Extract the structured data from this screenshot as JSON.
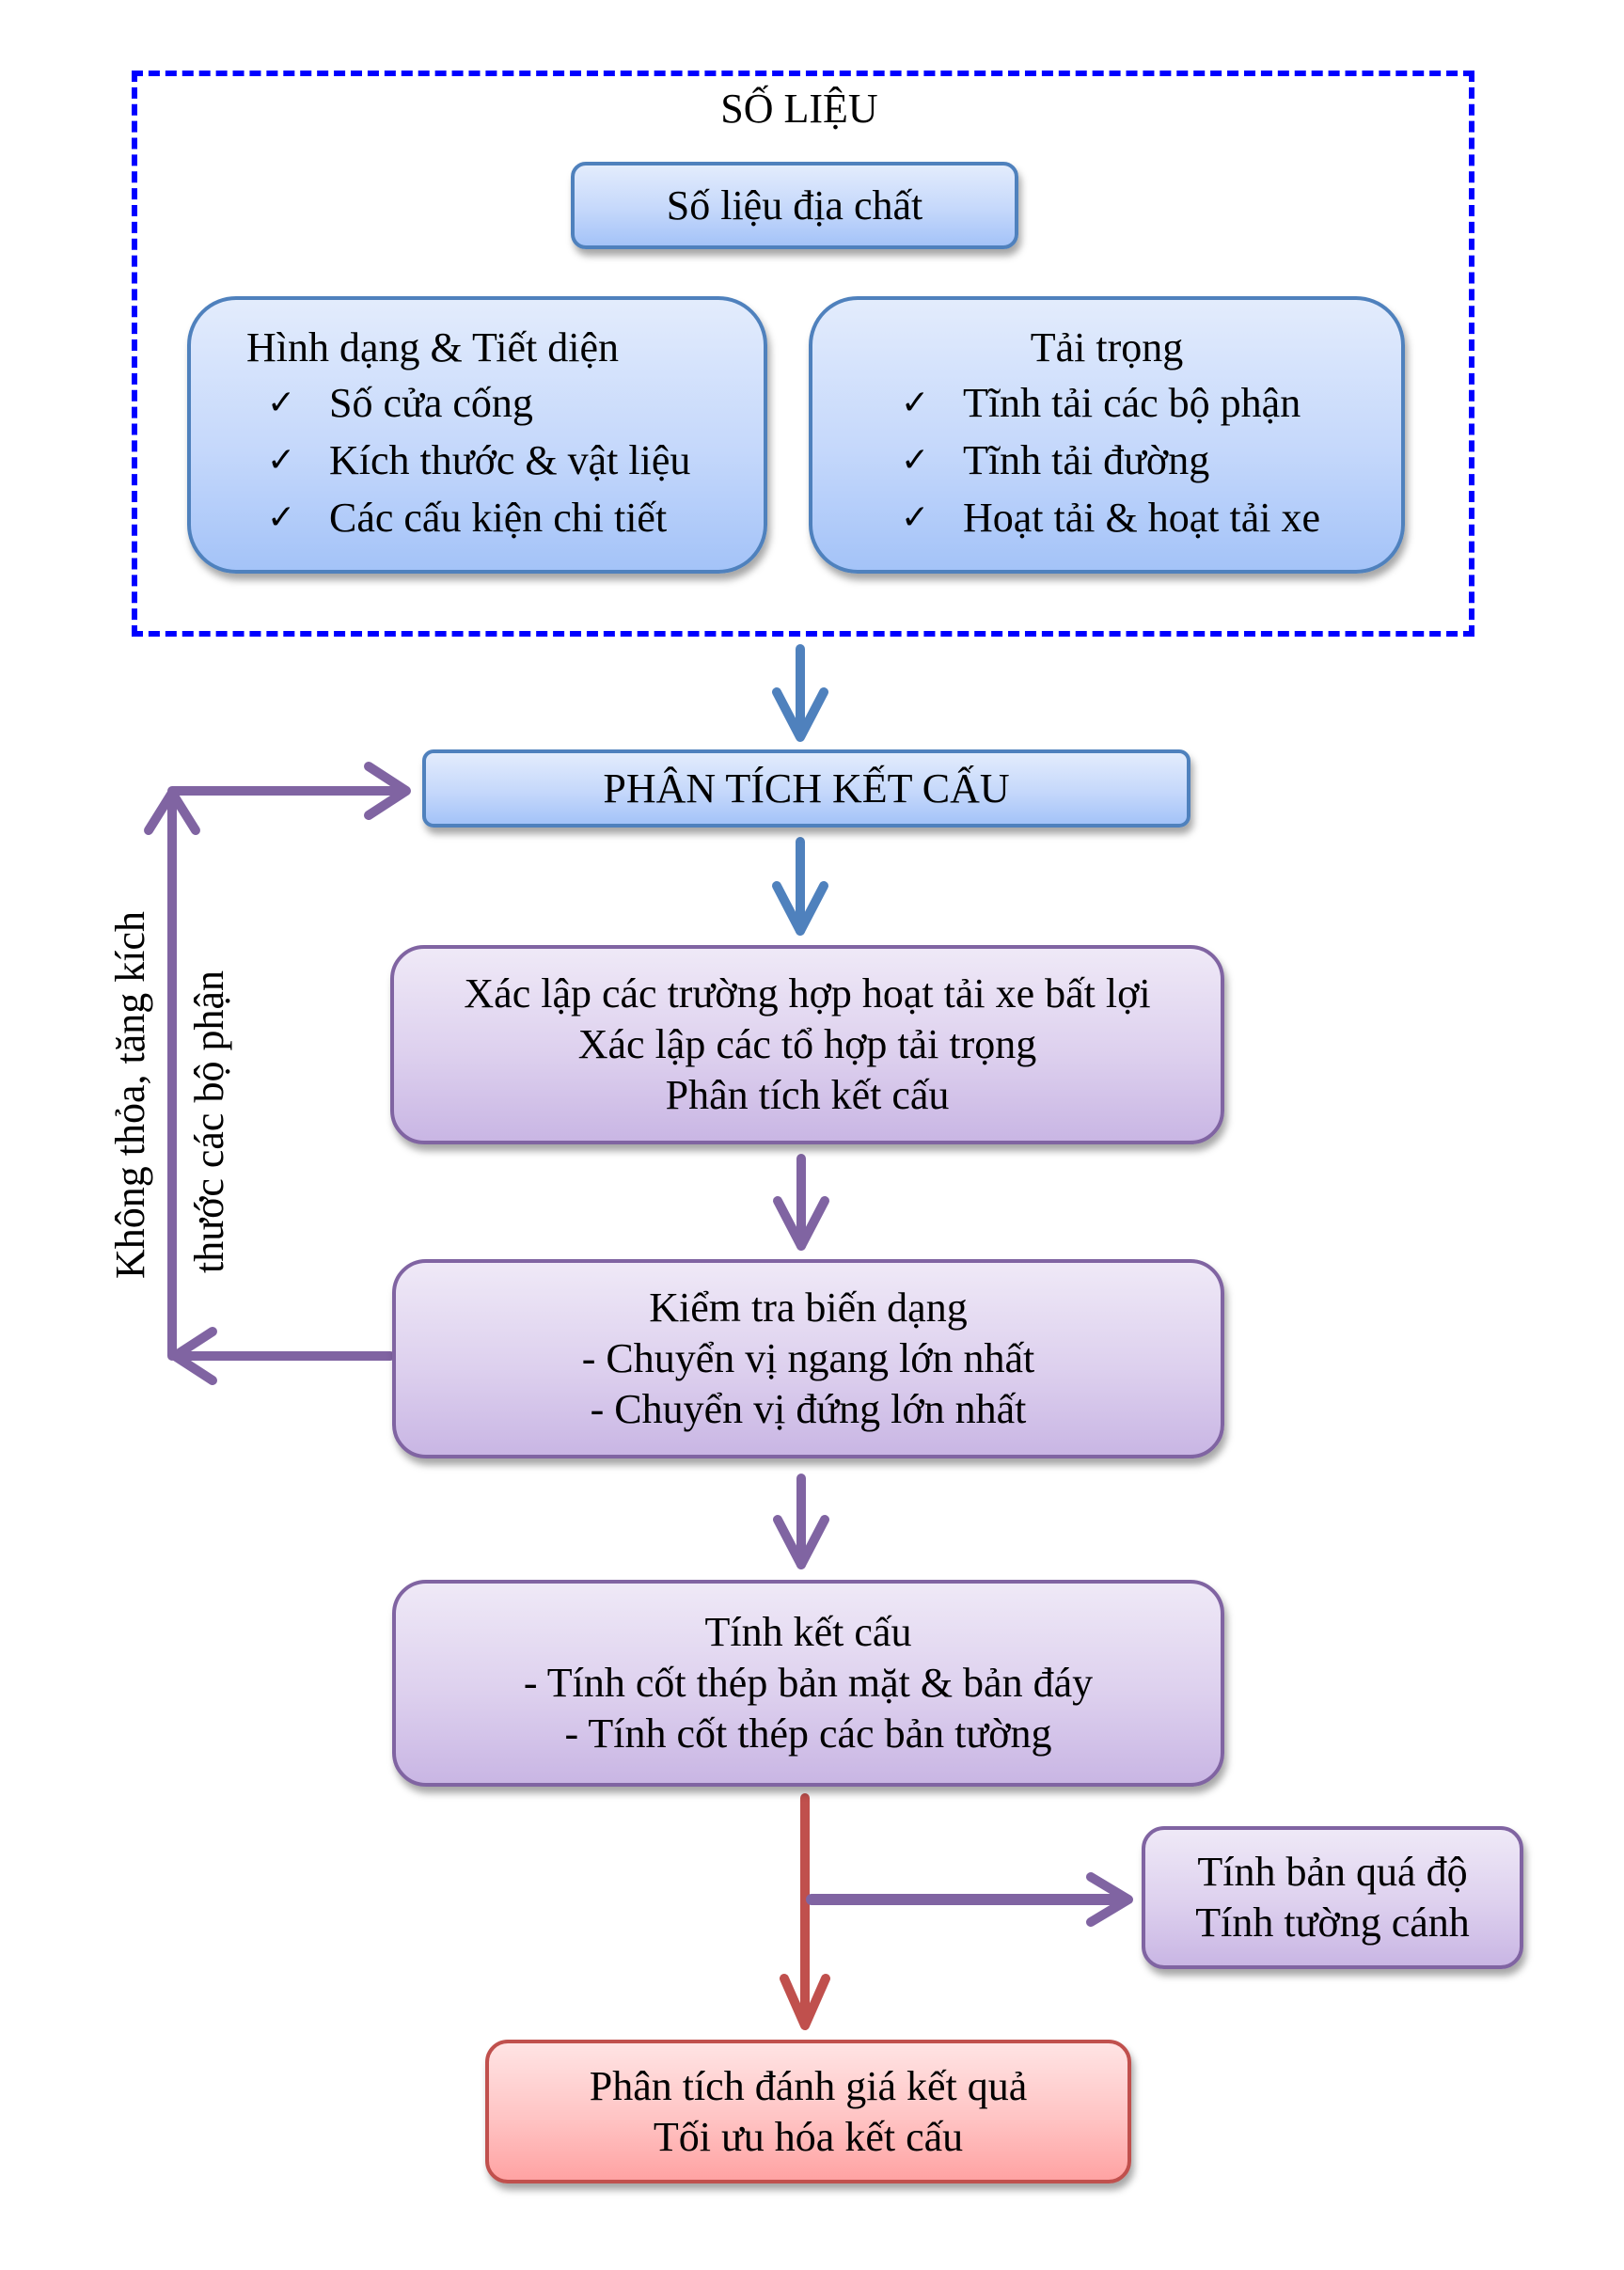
{
  "input_section": {
    "title": "SỐ LIỆU",
    "geology_box": "Số liệu địa chất",
    "geometry_box": {
      "title": "Hình dạng & Tiết diện",
      "items": [
        "Số cửa cống",
        "Kích thước & vật liệu",
        "Các cấu kiện chi tiết"
      ]
    },
    "loads_box": {
      "title": "Tải trọng",
      "items": [
        "Tĩnh tải các bộ phận",
        "Tĩnh tải đường",
        "Hoạt tải & hoạt tải xe"
      ]
    },
    "check_icon": "✓"
  },
  "analysis_box": "PHÂN TÍCH KẾT CẤU",
  "load_cases_box": {
    "lines": [
      "Xác lập các trường hợp hoạt tải xe bất lợi",
      "Xác lập các tổ hợp tải trọng",
      "Phân tích kết cấu"
    ]
  },
  "deformation_box": {
    "lines": [
      "Kiểm tra biến dạng",
      "- Chuyển vị ngang lớn nhất",
      "- Chuyển vị đứng lớn nhất"
    ]
  },
  "design_box": {
    "lines": [
      "Tính kết cấu",
      "- Tính cốt thép bản mặt & bản đáy",
      "- Tính cốt thép các bản tường"
    ]
  },
  "side_box": {
    "lines": [
      "Tính bản quá độ",
      "Tính tường cánh"
    ]
  },
  "result_box": {
    "lines": [
      "Phân tích đánh giá kết quả",
      "Tối ưu hóa kết cấu"
    ]
  },
  "feedback_label": {
    "lines": [
      "Không thỏa, tăng kích",
      "thước các bộ phận"
    ]
  },
  "colors": {
    "frame": "#0000ff",
    "blue_border": "#4f81bd",
    "purple_border": "#8064a2",
    "red_border": "#c0504d",
    "blue_arrow": "#4f81bd",
    "purple_arrow": "#8064a2",
    "red_arrow": "#c0504d"
  }
}
